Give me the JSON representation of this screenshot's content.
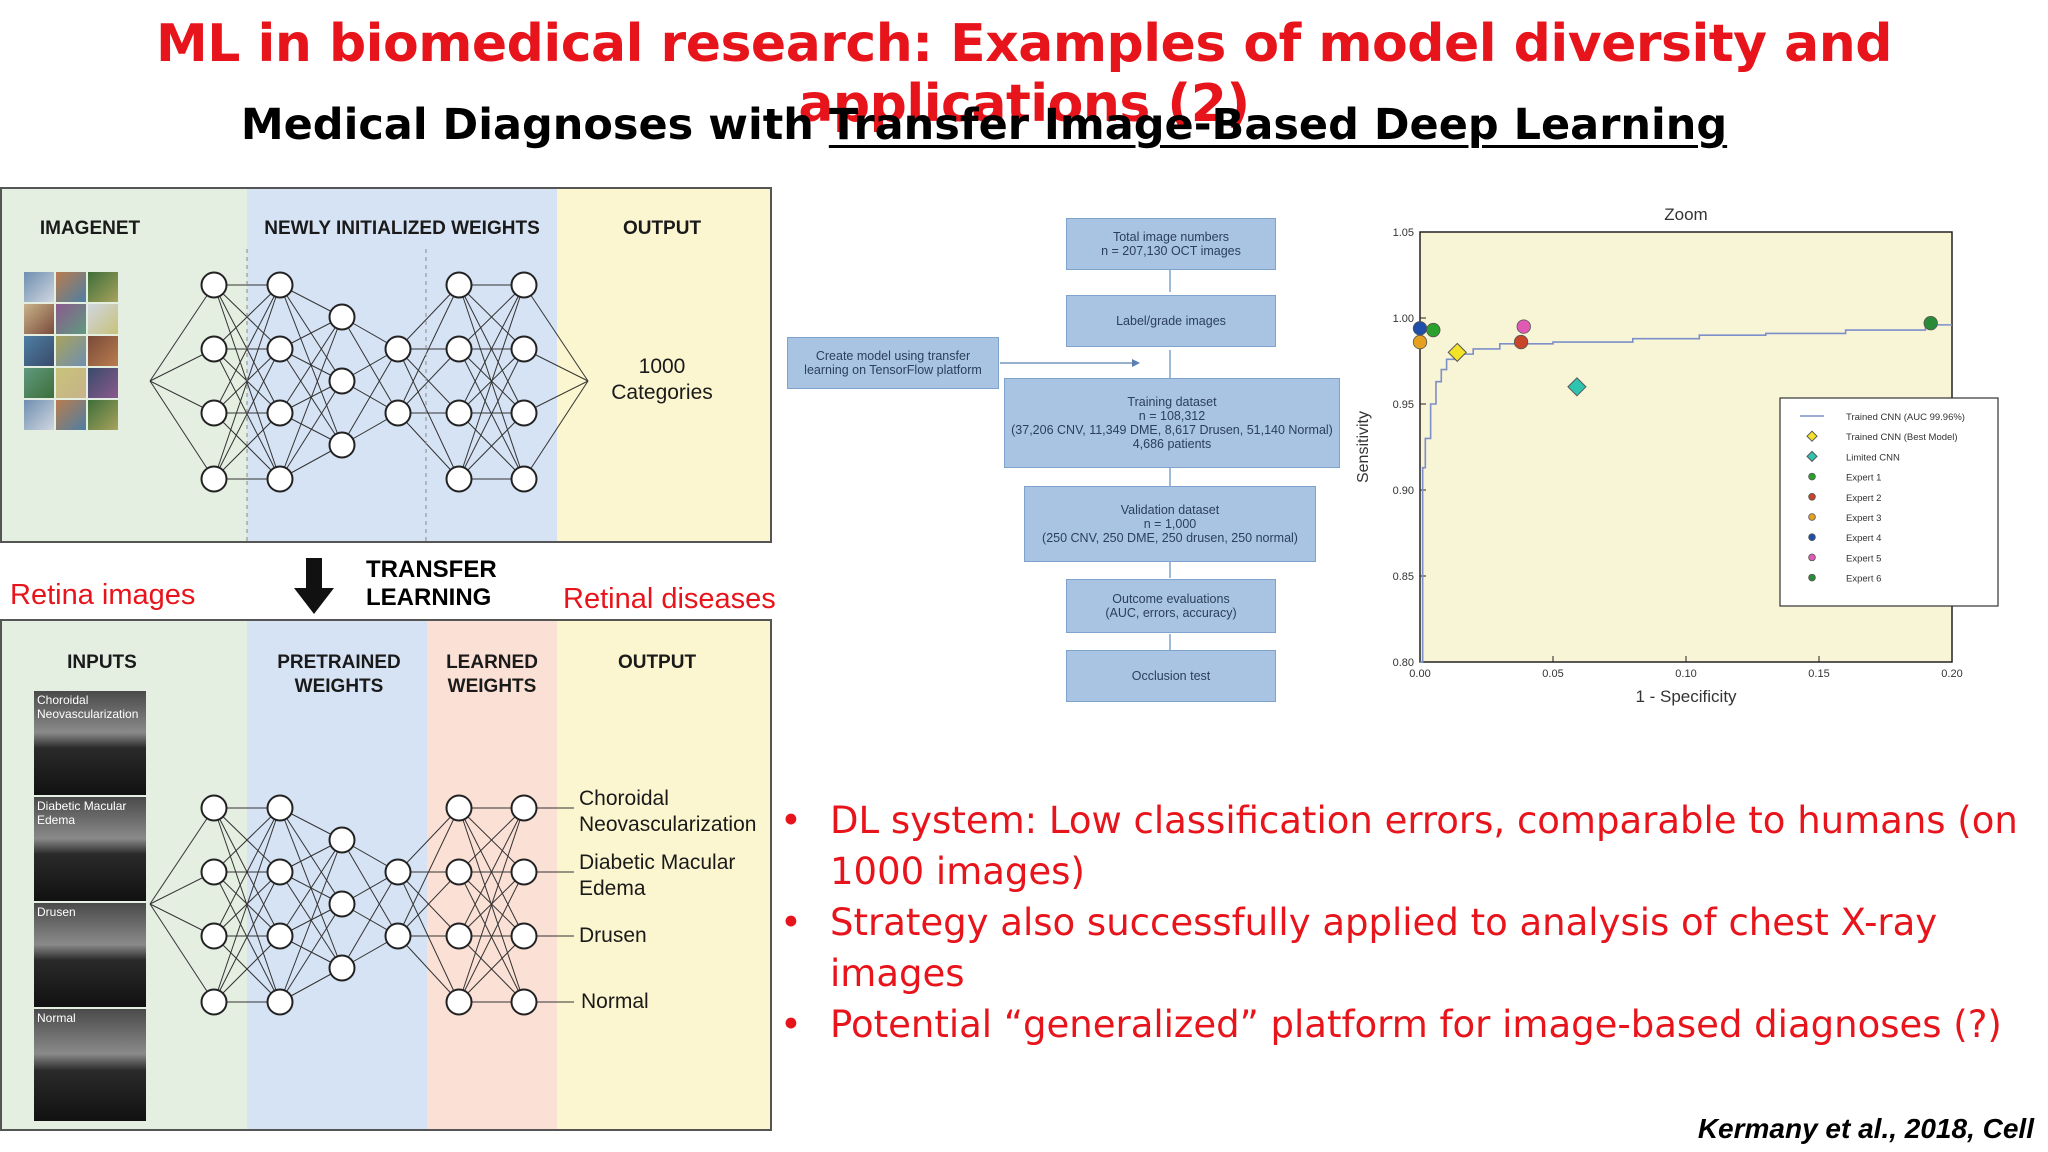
{
  "slide": {
    "title": "ML in biomedical research: Examples of model diversity and applications (2)",
    "subtitle_prefix": "Medical Diagnoses with ",
    "subtitle_underlined": "Transfer Image-Based Deep Learning",
    "citation": "Kermany et al., 2018, Cell"
  },
  "top_panel": {
    "header_imagenet": "IMAGENET",
    "header_weights": "NEWLY INITIALIZED WEIGHTS",
    "header_output": "OUTPUT",
    "output_line1": "1000",
    "output_line2": "Categories"
  },
  "transfer": {
    "line1": "TRANSFER",
    "line2": "LEARNING",
    "left_label": "Retina images",
    "right_label": "Retinal diseases"
  },
  "bottom_panel": {
    "header_inputs": "INPUTS",
    "header_pretrained": "PRETRAINED\nWEIGHTS",
    "header_learned": "LEARNED\nWEIGHTS",
    "header_output": "OUTPUT",
    "input_images": [
      "Choroidal\nNeovascularization",
      "Diabetic Macular\nEdema",
      "Drusen",
      "Normal"
    ],
    "outputs": [
      "Choroidal\nNeovascularization",
      "Diabetic Macular\nEdema",
      "Drusen",
      "Normal"
    ]
  },
  "flowchart": {
    "box1": "Total image numbers\nn = 207,130 OCT images",
    "box2": "Label/grade images",
    "side_box": "Create model using transfer\nlearning on TensorFlow platform",
    "box3": "Training dataset\nn = 108,312\n(37,206 CNV, 11,349 DME, 8,617 Drusen, 51,140 Normal)\n4,686 patients",
    "box4": "Validation dataset\nn = 1,000\n(250 CNV, 250 DME, 250 drusen, 250 normal)",
    "box5": "Outcome evaluations\n(AUC, errors, accuracy)",
    "box6": "Occlusion test"
  },
  "chart_data": {
    "type": "scatter",
    "title": "Zoom",
    "xlabel": "1 - Specificity",
    "ylabel": "Sensitivity",
    "xlim": [
      0.0,
      0.2
    ],
    "ylim": [
      0.8,
      1.05
    ],
    "xticks": [
      "0.00",
      "0.05",
      "0.10",
      "0.15",
      "0.20"
    ],
    "yticks": [
      "0.80",
      "0.85",
      "0.90",
      "0.95",
      "1.00",
      "1.05"
    ],
    "xtick_values": [
      0.0,
      0.05,
      0.1,
      0.15,
      0.2
    ],
    "ytick_values": [
      0.8,
      0.85,
      0.9,
      0.95,
      1.0,
      1.05
    ],
    "background": "#f8f4d6",
    "grid": false,
    "legend_position": "lower-right",
    "roc_curve": {
      "name": "Trained CNN (AUC 99.96%)",
      "color": "#7d8fc8",
      "x": [
        0.0,
        0.001,
        0.001,
        0.002,
        0.002,
        0.004,
        0.004,
        0.006,
        0.006,
        0.008,
        0.008,
        0.01,
        0.01,
        0.014,
        0.014,
        0.02,
        0.02,
        0.03,
        0.03,
        0.05,
        0.05,
        0.08,
        0.08,
        0.105,
        0.105,
        0.13,
        0.13,
        0.16,
        0.16,
        0.19,
        0.19,
        0.2
      ],
      "y": [
        0.8,
        0.8,
        0.913,
        0.913,
        0.93,
        0.93,
        0.95,
        0.95,
        0.963,
        0.963,
        0.97,
        0.97,
        0.976,
        0.976,
        0.979,
        0.979,
        0.982,
        0.982,
        0.985,
        0.985,
        0.986,
        0.986,
        0.988,
        0.988,
        0.99,
        0.99,
        0.991,
        0.991,
        0.993,
        0.993,
        0.996,
        0.996
      ]
    },
    "series": [
      {
        "name": "Trained CNN (Best Model)",
        "marker": "diamond",
        "color": "#f2e228",
        "x": [
          0.014
        ],
        "y": [
          0.98
        ]
      },
      {
        "name": "Limited CNN",
        "marker": "diamond",
        "color": "#2ec4b0",
        "x": [
          0.059
        ],
        "y": [
          0.96
        ]
      },
      {
        "name": "Expert 1",
        "marker": "circle",
        "color": "#2ca02c",
        "x": [
          0.005
        ],
        "y": [
          0.993
        ]
      },
      {
        "name": "Expert 2",
        "marker": "circle",
        "color": "#c8452a",
        "x": [
          0.038
        ],
        "y": [
          0.986
        ]
      },
      {
        "name": "Expert 3",
        "marker": "circle",
        "color": "#e6a020",
        "x": [
          0.0
        ],
        "y": [
          0.986
        ]
      },
      {
        "name": "Expert 4",
        "marker": "circle",
        "color": "#1f4fa8",
        "x": [
          0.0
        ],
        "y": [
          0.994
        ]
      },
      {
        "name": "Expert 5",
        "marker": "circle",
        "color": "#e05ab4",
        "x": [
          0.039
        ],
        "y": [
          0.995
        ]
      },
      {
        "name": "Expert 6",
        "marker": "circle",
        "color": "#2a8a3a",
        "x": [
          0.192
        ],
        "y": [
          0.997
        ]
      }
    ]
  },
  "bullets": [
    "DL system: Low classification errors, comparable to humans (on 1000 images)",
    "Strategy also successfully applied to analysis of chest X-ray images",
    "Potential “generalized” platform for image-based diagnoses (?)"
  ],
  "bullet_symbol": "•",
  "colors": {
    "title": "#e8141b",
    "zone_green": "#e4efe2",
    "zone_blue": "#d6e3f4",
    "zone_pink": "#fbe0d6",
    "zone_yellow": "#fbf6cf"
  }
}
